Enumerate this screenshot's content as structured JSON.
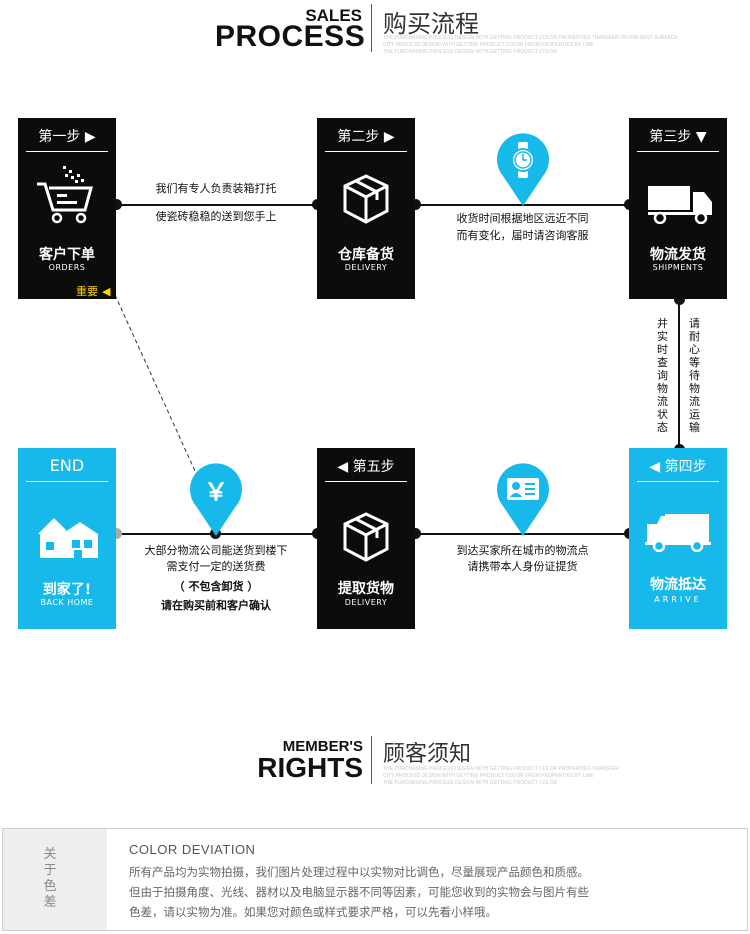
{
  "sales": {
    "en_small": "SALES",
    "en_big": "PROCESS",
    "cn": "购买流程",
    "fine_lines": [
      "THE PURCHASING PROCESS DESIGN WITH GETTING PRODUCT COLOR PROPERTIES TRANSFER ON PRESENT SURFACE",
      "CITY PROCESS DESIGN WITH GETTING PRODUCT COLOR FROM PROPERTIES BY LINE",
      "THE PURCHASING PROCESS DESIGN WITH GETTING PRODUCT COLOR"
    ]
  },
  "steps": [
    {
      "label": "第一步 ▶",
      "cn": "客户下单",
      "en": "ORDERS",
      "extra": "重要"
    },
    {
      "label": "第二步 ▶",
      "cn": "仓库备货",
      "en": "DELIVERY"
    },
    {
      "label": "第三步 ▼",
      "cn": "物流发货",
      "en": "SHIPMENTS"
    },
    {
      "label": "◀ 第四步",
      "cn": "物流抵达",
      "en": "ARRIVE"
    },
    {
      "label": "◀ 第五步",
      "cn": "提取货物",
      "en": "DELIVERY"
    },
    {
      "label": "END",
      "cn": "到家了!",
      "en": "BACK HOME"
    }
  ],
  "captions": {
    "c1_line1": "我们有专人负责装箱打托",
    "c1_line2": "使瓷砖稳稳的送到您手上",
    "c2_line1": "收货时间根据地区远近不同",
    "c2_line2": "而有变化，届时请咨询客服",
    "v_left": "并实时查询物流状态",
    "v_right": "请耐心等待物流运输",
    "c4_line1": "到达买家所在城市的物流点",
    "c4_line2": "请携带本人身份证提货",
    "c5_line1": "大部分物流公司能送货到楼下",
    "c5_line2": "需支付一定的送货费",
    "c5_line3": "（ 不包含卸货 ）",
    "c5_line4": "请在购买前和客户确认",
    "yen": "￥"
  },
  "members": {
    "en_small": "MEMBER'S",
    "en_big": "RIGHTS",
    "cn": "顾客须知",
    "fine_lines": [
      "THE PURCHASING PROCESS DESIGN WITH GETTING PRODUCT COLOR PROPERTIES TRANSFER",
      "CITY PROCESS DESIGN WITH GETTING PRODUCT COLOR FROM PROPERTIES BY LINE",
      "THE PURCHASING PROCESS DESIGN WITH GETTING PRODUCT COLOR"
    ]
  },
  "notice": {
    "side_label": "关于色差",
    "title": "COLOR DEVIATION",
    "line1": "所有产品均为实物拍摄，我们图片处理过程中以实物对比调色，尽量展现产品颜色和质感。",
    "line2": "但由于拍摄角度、光线、器材以及电脑显示器不同等因素，可能您收到的实物会与图片有些",
    "line3": "色差，请以实物为准。如果您对颜色或样式要求严格，可以先看小样哦。"
  },
  "colors": {
    "accent": "#17b9ea",
    "dark": "#0c0c0c",
    "important": "#ffd200"
  }
}
